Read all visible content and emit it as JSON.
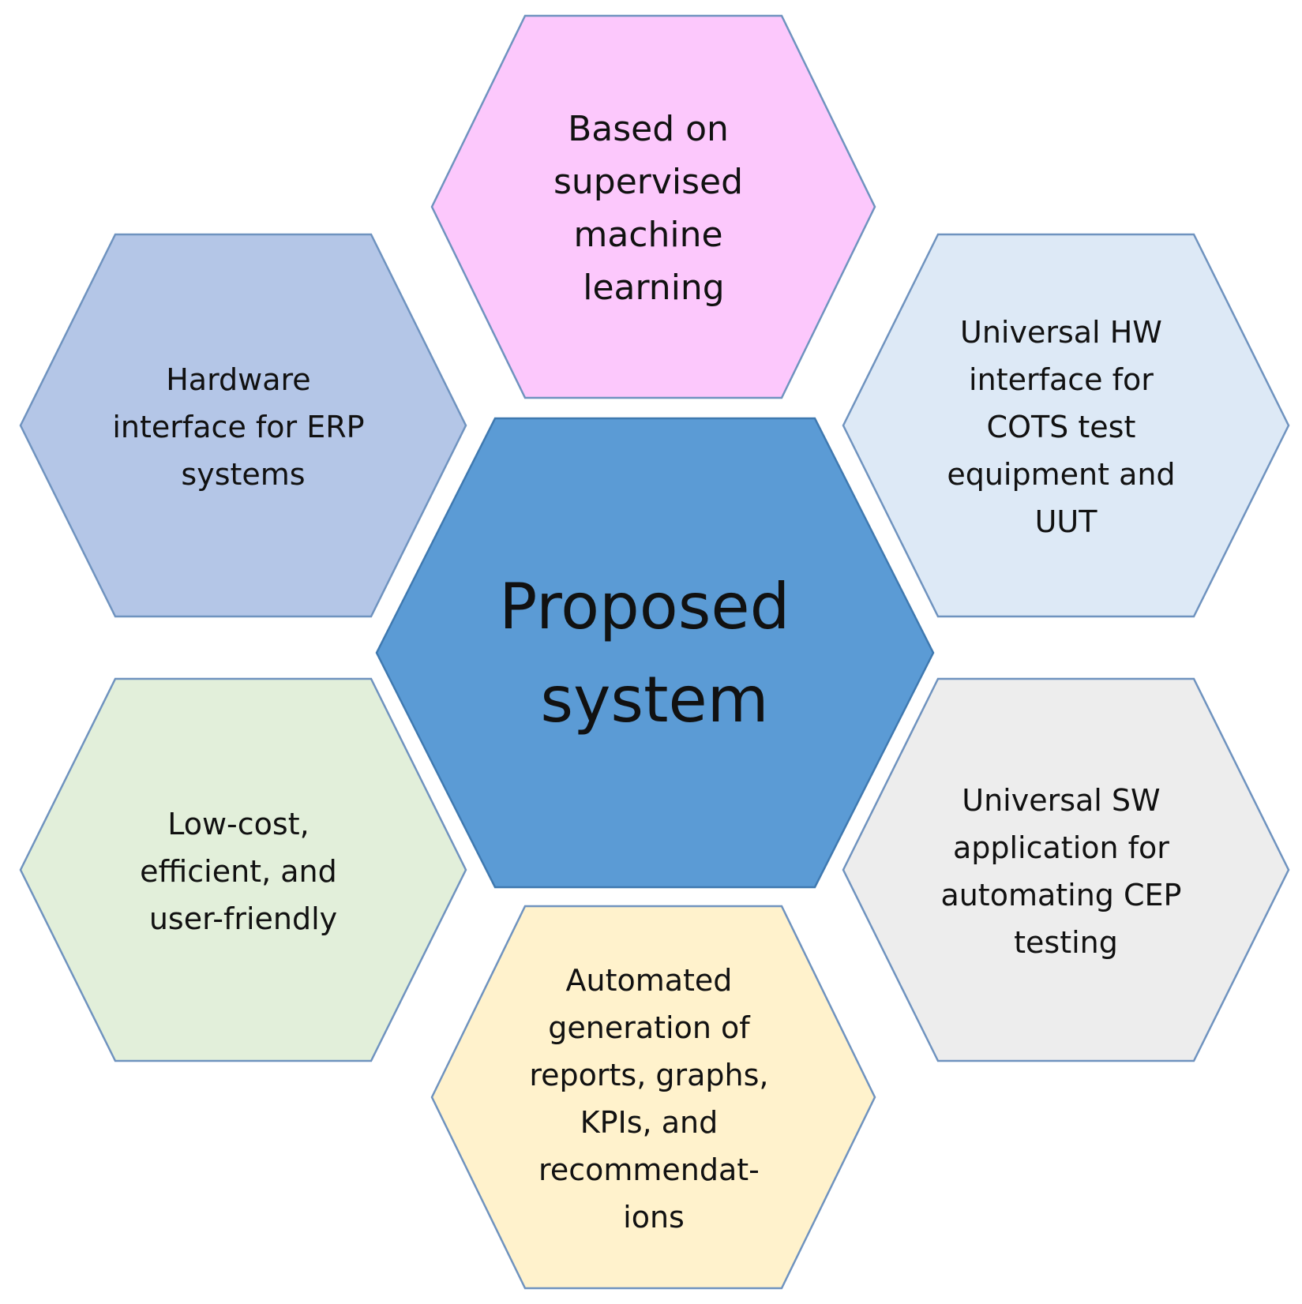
{
  "diagram": {
    "center": {
      "lines": [
        "Proposed",
        "system"
      ],
      "fill": "#5b9bd5",
      "stroke": "#3f79b0"
    },
    "nodes": [
      {
        "id": "top",
        "lines": [
          "Based on",
          "supervised",
          "machine",
          "learning"
        ],
        "fill": "#fcc8fc",
        "stroke": "#6f93bf"
      },
      {
        "id": "upper-left",
        "lines": [
          "Hardware",
          "interface for ERP",
          "systems"
        ],
        "fill": "#b4c6e7",
        "stroke": "#6f93bf"
      },
      {
        "id": "upper-right",
        "lines": [
          "Universal HW",
          "interface for",
          "COTS test",
          "equipment  and",
          "UUT"
        ],
        "fill": "#dde9f6",
        "stroke": "#6f93bf"
      },
      {
        "id": "lower-left",
        "lines": [
          "Low-cost,",
          "efficient, and",
          "user-friendly"
        ],
        "fill": "#e2efda",
        "stroke": "#6f93bf"
      },
      {
        "id": "lower-right",
        "lines": [
          "Universal SW",
          "application for",
          "automating CEP",
          "testing"
        ],
        "fill": "#ededed",
        "stroke": "#6f93bf"
      },
      {
        "id": "bottom",
        "lines": [
          "Automated",
          "generation of",
          "reports, graphs,",
          "KPIs, and",
          "recommendat-",
          "ions"
        ],
        "fill": "#fff2cc",
        "stroke": "#6f93bf"
      }
    ]
  }
}
